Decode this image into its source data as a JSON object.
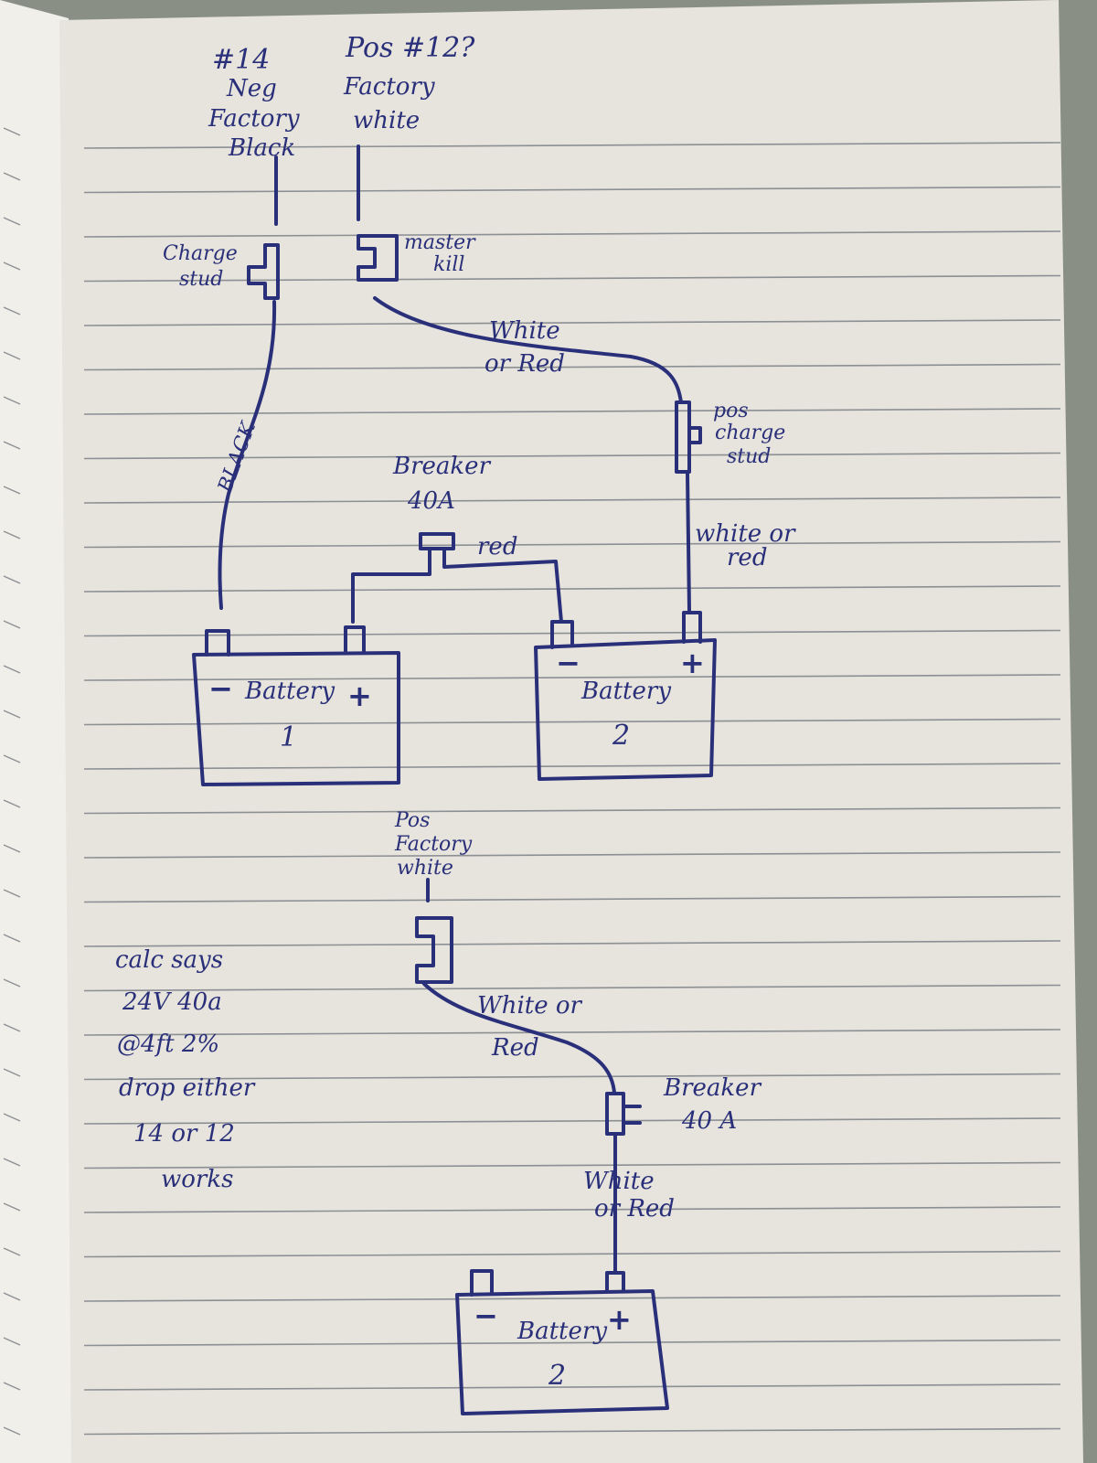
{
  "notes": {
    "top_neg": [
      "#14",
      "Neg",
      "Factory",
      "Black"
    ],
    "top_pos": [
      "Pos  #12?",
      "Factory",
      "white"
    ],
    "charge_stud": [
      "Charge",
      "stud"
    ],
    "master_kill": [
      "master",
      "kill"
    ],
    "wire_black": "BLACK",
    "wire_top_pos": [
      "White",
      "or Red"
    ],
    "pos_charge_stud": [
      "pos",
      "charge",
      "stud"
    ],
    "breaker_top": [
      "Breaker",
      "40A"
    ],
    "wire_red": "red",
    "wire_stud_to_batt": [
      "white or",
      "red"
    ],
    "battery1": [
      "Battery",
      "1"
    ],
    "battery2": [
      "Battery",
      "2"
    ],
    "bottom_pos": [
      "Pos",
      "Factory",
      "white"
    ],
    "calc": [
      "calc says",
      "24V 40a",
      "@4ft 2%",
      "drop either",
      "14 or 12",
      "works"
    ],
    "wire_bottom_1": [
      "White or",
      "Red"
    ],
    "breaker_bottom": [
      "Breaker",
      "40 A"
    ],
    "wire_bottom_2": [
      "White",
      "or Red"
    ],
    "battery_bottom": [
      "Battery",
      "2"
    ],
    "minus": "−",
    "plus": "+"
  },
  "colors": {
    "ink": "#2a2f7a",
    "paper": "#e6e4dc",
    "rule": "#8c8f94",
    "left_page": "#f0efe9"
  }
}
